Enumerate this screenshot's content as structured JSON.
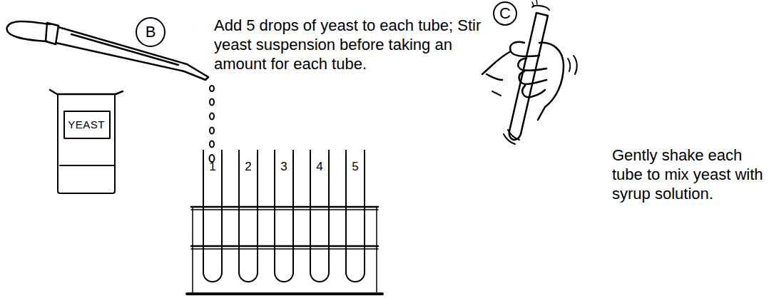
{
  "diagram": {
    "nodes": [
      {
        "text": [
          "B"
        ]
      },
      {
        "text": [
          "YEAST"
        ]
      },
      {
        "text": [
          "1"
        ]
      },
      {
        "text": [
          "2"
        ]
      },
      {
        "text": [
          "3"
        ]
      },
      {
        "text": [
          "4"
        ]
      },
      {
        "text": [
          "5"
        ]
      },
      {
        "text": [
          "C"
        ]
      }
    ],
    "labels": [
      "Add 5 drops of yeast to each tube; Stir yeast suspension before taking an amount for each tube.",
      "Gently shake each tube to mix yeast with syrup solution."
    ]
  }
}
